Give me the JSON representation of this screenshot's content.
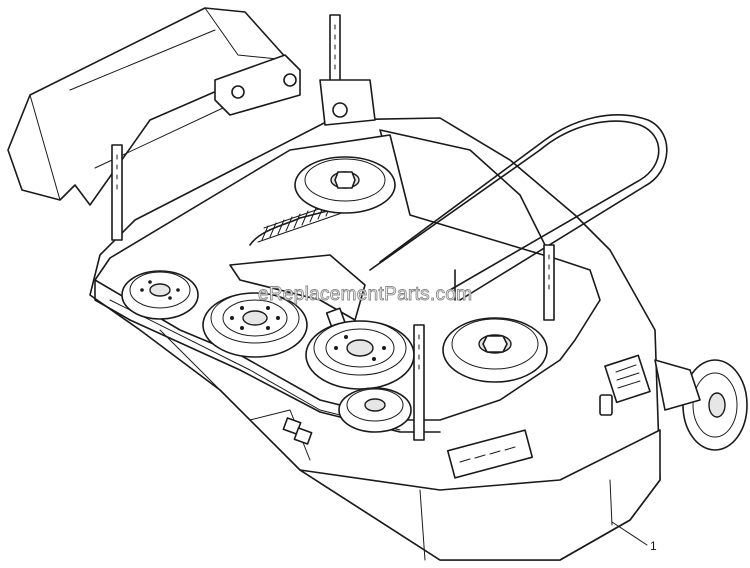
{
  "diagram": {
    "watermark": "eReplacementParts.com",
    "callouts": [
      {
        "id": "deck-housing",
        "label": "1"
      }
    ]
  }
}
